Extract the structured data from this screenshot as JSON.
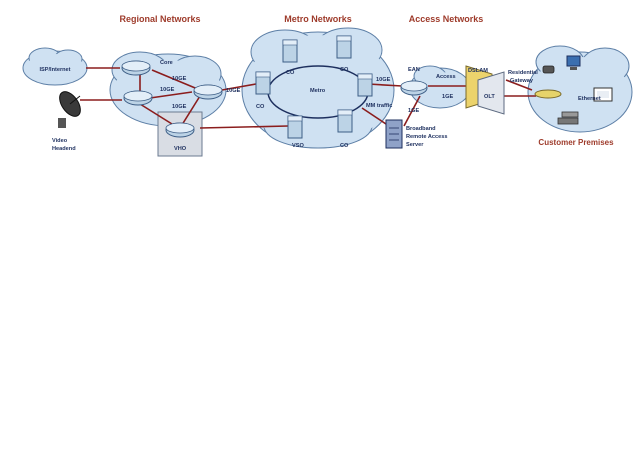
{
  "colors": {
    "title_red": "#9e3b2b",
    "link_red": "#8b1d1d",
    "cloud_fill": "#cfe1f2",
    "cloud_stroke": "#5d7fa6",
    "router_fill": "#bcd3e6",
    "label_navy": "#1d2f5e",
    "dslam_fill": "#ecd36c"
  },
  "sections": {
    "regional": "Regional Networks",
    "metro": "Metro Networks",
    "access": "Access Networks",
    "customer": "Customer Premises"
  },
  "labels": {
    "isp_internet": "ISP/Internet",
    "video_headend_1": "Video",
    "video_headend_2": "Headend",
    "core": "Core",
    "tengige_1": "10GE",
    "tengige_2": "10GE",
    "tengige_3": "10GE",
    "tengige_4": "10GE",
    "tengige_5": "10GE",
    "vho": "VHO",
    "co_1": "CO",
    "co_2": "CO",
    "co_3": "CO",
    "co_4": "CO",
    "metro": "Metro",
    "vso": "VSO",
    "mm_traffic": "MM traffic",
    "ean": "EAN",
    "access": "Access",
    "one_ge_1": "1GE",
    "one_ge_2": "1GE",
    "dslam": "DSLAM",
    "olt": "OLT",
    "residential_1": "Residential",
    "residential_2": "Gateway",
    "ethernet": "Ethernet",
    "bras_1": "Broadband",
    "bras_2": "Remote Access",
    "bras_3": "Server"
  }
}
